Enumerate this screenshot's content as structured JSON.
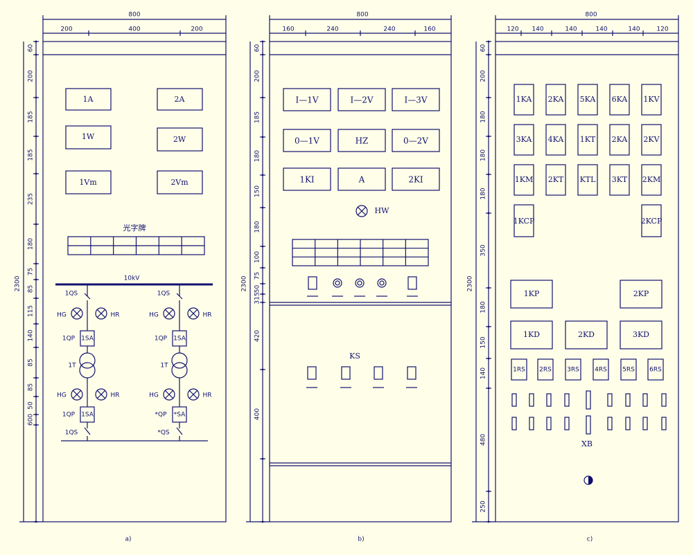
{
  "panel_a": {
    "overall_width": "800",
    "width_parts": [
      "200",
      "400",
      "200"
    ],
    "overall_height": "2300",
    "height_parts": [
      "60",
      "200",
      "185",
      "185",
      "235",
      "180",
      "75",
      "85",
      "115",
      "140",
      "85",
      "85",
      "50",
      "600"
    ],
    "meters": [
      "1A",
      "2A",
      "1W",
      "2W",
      "1Vm",
      "2Vm"
    ],
    "light_board_title": "光字牌",
    "bus_label": "10kV",
    "left_circuit": {
      "qs_top": "1QS",
      "lamp_left": "HG",
      "lamp_right": "HR",
      "qp": "1QP",
      "sa": "1SA",
      "transformer": "1T",
      "qp2": "1QP",
      "sa2": "1SA",
      "qs_bottom": "1QS"
    },
    "right_circuit": {
      "qs_top": "1QS",
      "lamp_left": "HG",
      "lamp_right": "HR",
      "qp": "1QP",
      "sa": "1SA",
      "transformer": "1T",
      "qp2": "*QP",
      "sa2": "*SA",
      "qs_bottom": "*QS"
    },
    "caption": "a)"
  },
  "panel_b": {
    "overall_width": "800",
    "width_parts": [
      "160",
      "240",
      "240",
      "160"
    ],
    "overall_height": "2300",
    "height_parts": [
      "60",
      "200",
      "185",
      "180",
      "150",
      "180",
      "100",
      "75",
      "50",
      "315",
      "420",
      "400"
    ],
    "meters": [
      "I—1V",
      "I—2V",
      "I—3V",
      "0—1V",
      "HZ",
      "0—2V",
      "1KI",
      "A",
      "2KI"
    ],
    "lamp_label": "HW",
    "rs_label": "KS",
    "caption": "b)"
  },
  "panel_c": {
    "overall_width": "800",
    "width_parts": [
      "120",
      "140",
      "140",
      "140",
      "140",
      "120"
    ],
    "overall_height": "2300",
    "height_parts": [
      "60",
      "200",
      "180",
      "180",
      "180",
      "350",
      "180",
      "150",
      "140",
      "480",
      "250"
    ],
    "relays_row1": [
      "1KA",
      "2KA",
      "5KA",
      "6KA",
      "1KV"
    ],
    "relays_row2": [
      "3KA",
      "4KA",
      "1KT",
      "2KA",
      "2KV"
    ],
    "relays_row3": [
      "1KM",
      "2KT",
      "KTL",
      "3KT",
      "2KM"
    ],
    "relays_row4": [
      "1KCP",
      "2KCP"
    ],
    "kp": [
      "1KP",
      "2KP"
    ],
    "kd": [
      "1KD",
      "2KD",
      "3KD"
    ],
    "rs": [
      "1RS",
      "2RS",
      "3RS",
      "4RS",
      "5RS",
      "6RS"
    ],
    "xb_label": "XB",
    "caption": "c)"
  }
}
